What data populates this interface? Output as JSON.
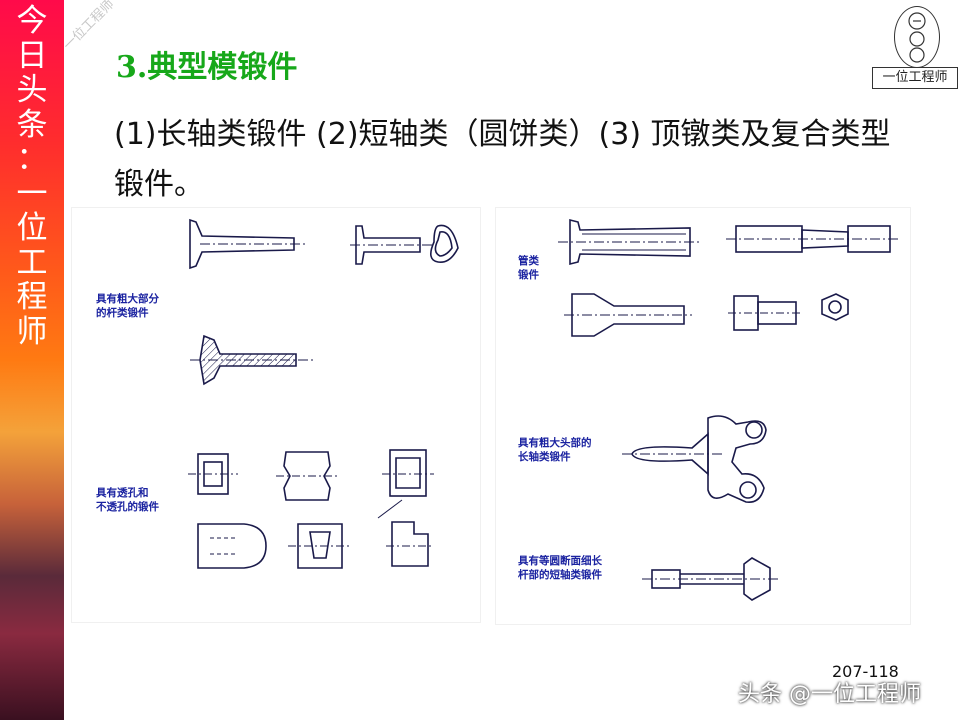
{
  "sidebar": {
    "chars": [
      "今",
      "日",
      "头",
      "条",
      "：",
      "一",
      "位",
      "工",
      "程",
      "师"
    ]
  },
  "watermark": {
    "text": "一位工程师"
  },
  "logo": {
    "label": "一位工程师"
  },
  "title": "3.典型模锻件",
  "subtitle": "(1)长轴类锻件 (2)短轴类（圆饼类）(3) 顶镦类及复合类型锻件。",
  "left_panel": {
    "caption1": [
      "具有粗大部分",
      "的杆类锻件"
    ],
    "caption2": [
      "具有透孔和",
      "不透孔的锻件"
    ]
  },
  "right_panel": {
    "caption1": [
      "管类",
      "锻件"
    ],
    "caption2": [
      "具有粗大头部的",
      "长轴类锻件"
    ],
    "caption3": [
      "具有等圆断面细长",
      "杆部的短轴类锻件"
    ]
  },
  "page_number": "207-118",
  "footer": "头条 @一位工程师"
}
